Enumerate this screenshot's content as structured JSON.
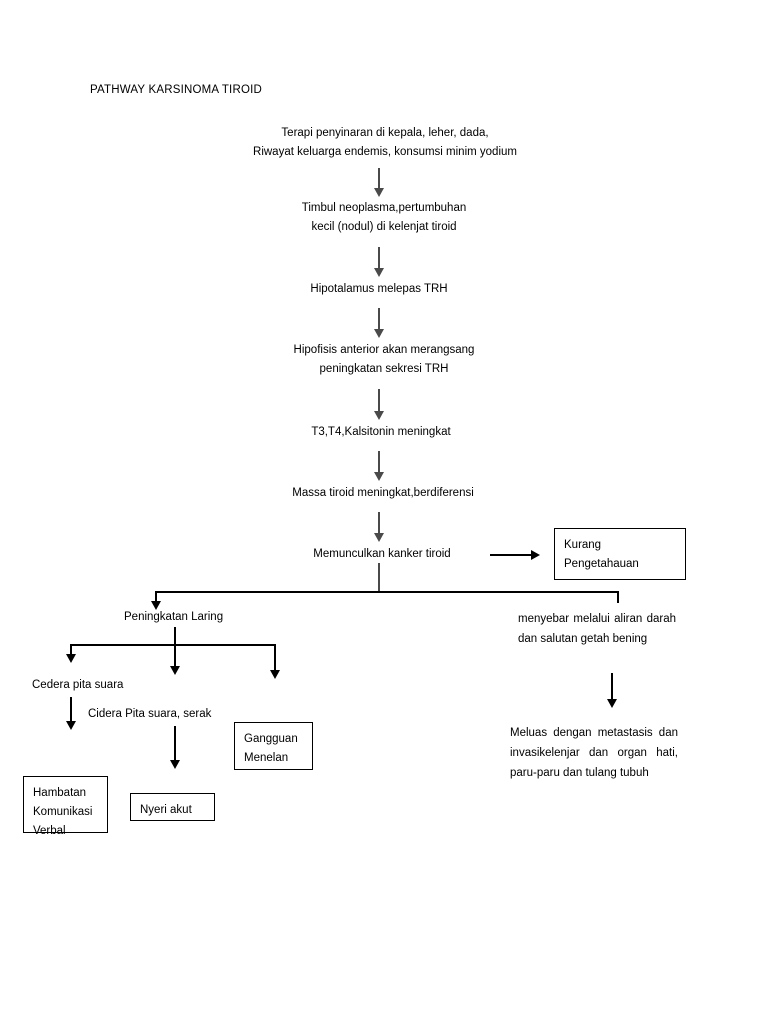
{
  "document": {
    "title": "PATHWAY KARSINOMA TIROID"
  },
  "nodes": {
    "n1": "Terapi penyinaran di kepala, leher, dada,\nRiwayat keluarga endemis, konsumsi minim yodium",
    "n2": "Timbul neoplasma,pertumbuhan\nkecil (nodul) di kelenjat tiroid",
    "n3": "Hipotalamus melepas TRH",
    "n4": "Hipofisis anterior akan merangsang\npeningkatan sekresi TRH",
    "n5": "T3,T4,Kalsitonin meningkat",
    "n6": "Massa tiroid meningkat,berdiferensi",
    "n7": "Memunculkan kanker tiroid",
    "n8": "Kurang\nPengetahauan",
    "n9": "Peningkatan Laring",
    "n10": "menyebar  melalui  aliran\ndarah  dan  salutan  getah\nbening",
    "n11": "Cedera pita suara",
    "n12": "Cidera Pita suara, serak",
    "n13": "Gangguan\nMenelan",
    "n14": "Meluas  dengan  metastasis\ndan    invasikelenjar    dan\norgan  hati,  paru-paru  dan\ntulang tubuh",
    "n15": "Hambatan\nKomunikasi\nVerbal",
    "n16": "Nyeri akut"
  },
  "colors": {
    "line": "#4a4a4a",
    "line_black": "#000000",
    "box_border": "#000000",
    "text": "#000000",
    "background": "#ffffff"
  }
}
